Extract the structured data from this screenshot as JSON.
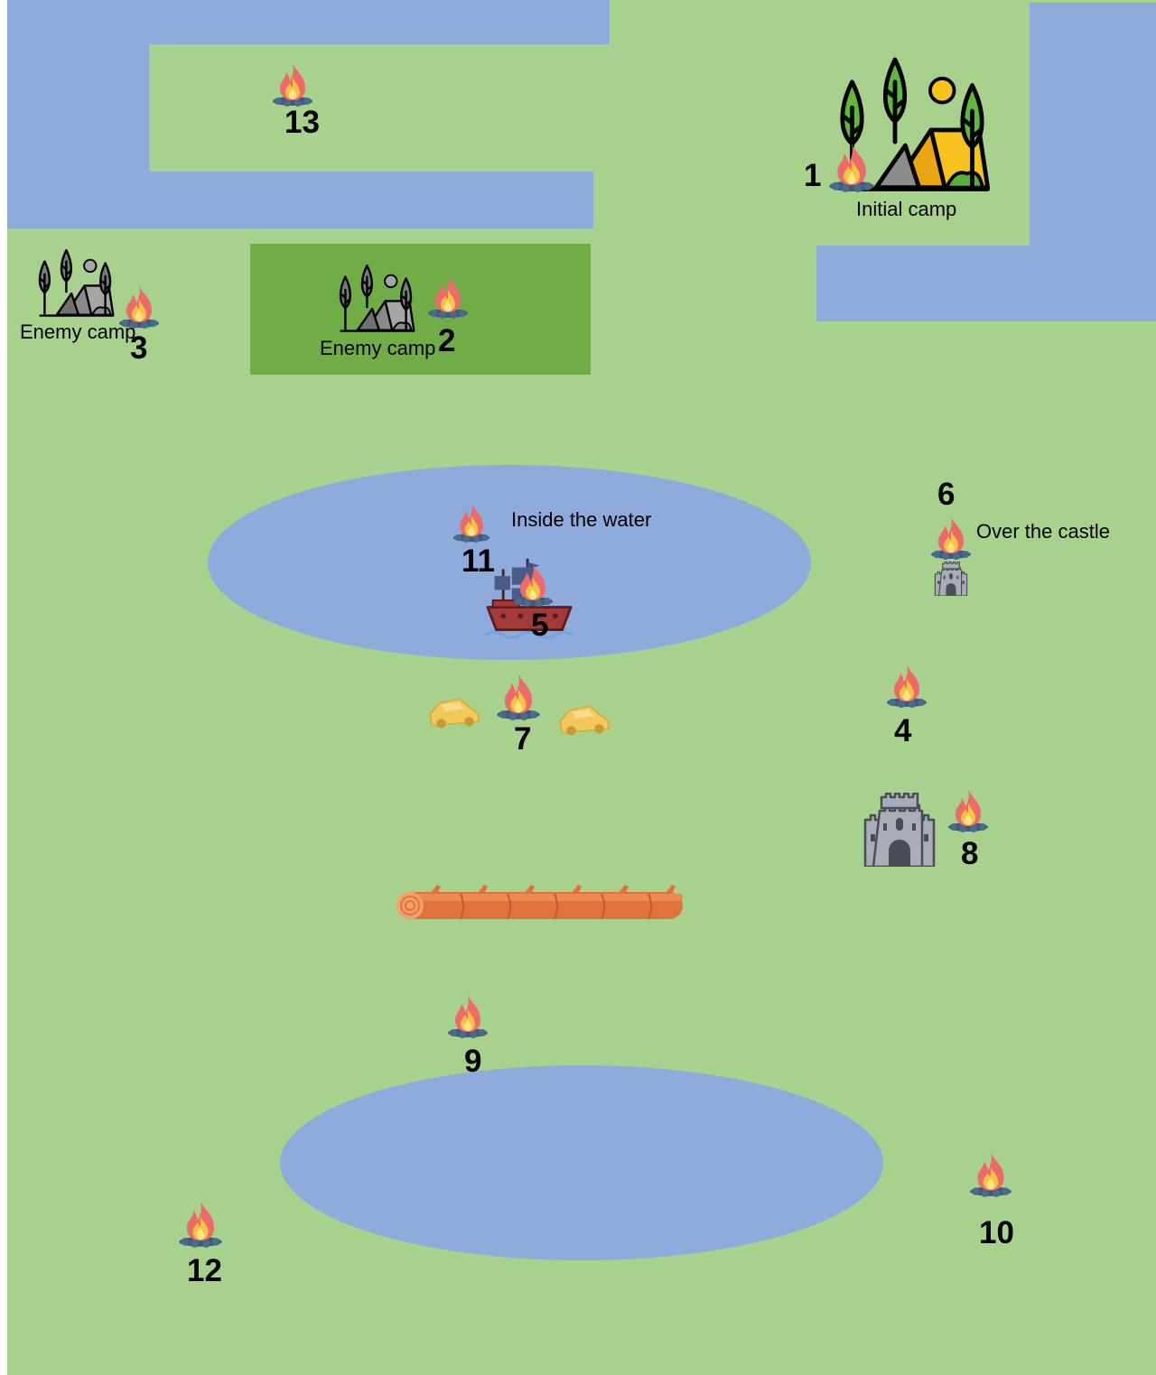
{
  "colors": {
    "grass": "#a8d18d",
    "water": "#8eabdc",
    "forest": "#70ad47"
  },
  "icons": {
    "campfire": "campfire-icon",
    "camp": "camp-tent-icon",
    "enemy_camp": "enemy-camp-tent-icon",
    "ship": "pirate-ship-icon",
    "car": "car-icon",
    "castle": "castle-icon",
    "log": "wooden-log-icon"
  },
  "labels": {
    "initial_camp": "Initial camp",
    "enemy_camp": "Enemy camp",
    "inside_water": "Inside the water",
    "over_castle": "Over the castle"
  },
  "campfires": [
    {
      "num": "1"
    },
    {
      "num": "2"
    },
    {
      "num": "3"
    },
    {
      "num": "4"
    },
    {
      "num": "5"
    },
    {
      "num": "6"
    },
    {
      "num": "7"
    },
    {
      "num": "8"
    },
    {
      "num": "9"
    },
    {
      "num": "10"
    },
    {
      "num": "11"
    },
    {
      "num": "12"
    },
    {
      "num": "13"
    }
  ]
}
